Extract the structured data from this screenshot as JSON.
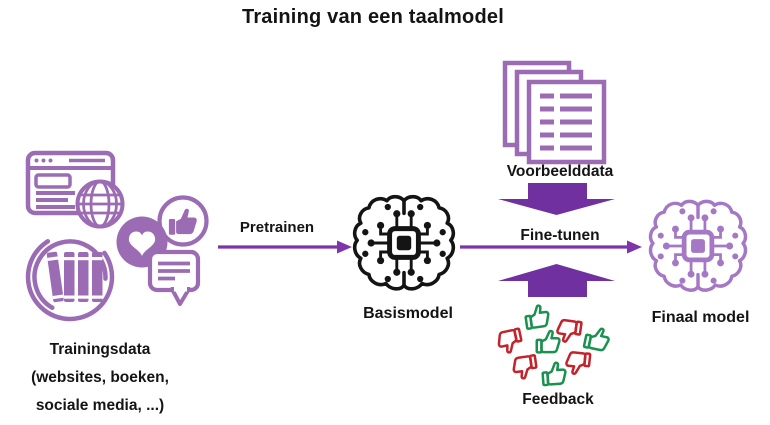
{
  "title": "Training van een taalmodel",
  "nodes": {
    "trainingsdata": {
      "lines": [
        "Trainingsdata",
        "(websites, boeken,",
        "sociale media, ...)"
      ]
    },
    "basismodel": {
      "label": "Basismodel"
    },
    "voorbeelddata": {
      "label": "Voorbeelddata"
    },
    "feedback": {
      "label": "Feedback"
    },
    "finaal_model": {
      "label": "Finaal model"
    }
  },
  "edges": {
    "pretrainen": {
      "label": "Pretrainen"
    },
    "fine_tunen": {
      "label": "Fine-tunen"
    }
  },
  "icons": {
    "trainingsdata": [
      "browser-window-icon",
      "globe-icon",
      "books-icon",
      "heart-icon",
      "thumbs-up-icon",
      "speech-bubble-icon"
    ],
    "basismodel": "brain-chip-icon",
    "voorbeelddata": "documents-stack-icon",
    "feedback": "thumbs-up-down-icons",
    "finaal_model": "brain-chip-icon"
  },
  "colors": {
    "accent": "#7030A0",
    "arrow": "#7E35AC",
    "icon_purple": "#9B6CB4",
    "brain_purple": "#A478C4",
    "icon_black": "#141414",
    "text": "#141414",
    "thumb_green": "#1B9150",
    "thumb_red": "#C2242C",
    "background": "#FFFFFF"
  }
}
